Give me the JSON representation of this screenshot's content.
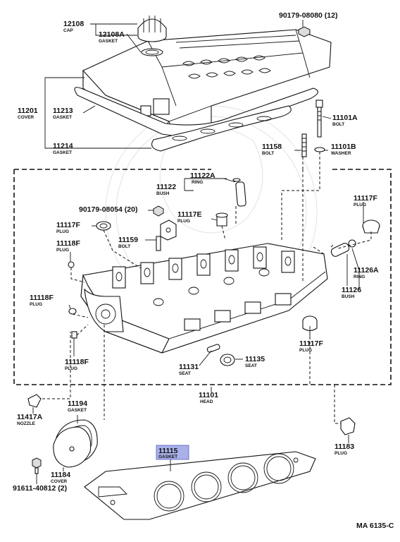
{
  "callouts": {
    "c12108": {
      "number": "12108",
      "name": "CAP"
    },
    "c12108a": {
      "number": "12108A",
      "name": "GASKET"
    },
    "c90179_08080": {
      "number": "90179-08080 (12)",
      "name": ""
    },
    "c11201": {
      "number": "11201",
      "name": "COVER"
    },
    "c11213": {
      "number": "11213",
      "name": "GASKET"
    },
    "c11214": {
      "number": "11214",
      "name": "GASKET"
    },
    "c11101a": {
      "number": "11101A",
      "name": "BOLT"
    },
    "c11158": {
      "number": "11158",
      "name": "BOLT"
    },
    "c11101b": {
      "number": "11101B",
      "name": "WASHER"
    },
    "c11122a": {
      "number": "11122A",
      "name": "RING"
    },
    "c11122": {
      "number": "11122",
      "name": "BUSH"
    },
    "c11117f_right": {
      "number": "11117F",
      "name": "PLUG"
    },
    "c90179_08054": {
      "number": "90179-08054 (20)",
      "name": ""
    },
    "c11117e": {
      "number": "11117E",
      "name": "PLUG"
    },
    "c11117f_left": {
      "number": "11117F",
      "name": "PLUG"
    },
    "c11159": {
      "number": "11159",
      "name": "BOLT"
    },
    "c11118f_top": {
      "number": "11118F",
      "name": "PLUG"
    },
    "c11126a": {
      "number": "11126A",
      "name": "RING"
    },
    "c11126": {
      "number": "11126",
      "name": "BUSH"
    },
    "c11118f_mid": {
      "number": "11118F",
      "name": "PLUG"
    },
    "c11117f_bottom": {
      "number": "11117F",
      "name": "PLUG"
    },
    "c11118f_low": {
      "number": "11118F",
      "name": "PLUG"
    },
    "c11135": {
      "number": "11135",
      "name": "SEAT"
    },
    "c11131": {
      "number": "11131",
      "name": "SEAT"
    },
    "c11101": {
      "number": "11101",
      "name": "HEAD"
    },
    "c11417a": {
      "number": "11417A",
      "name": "NOZZLE"
    },
    "c11194": {
      "number": "11194",
      "name": "GASKET"
    },
    "c11115": {
      "number": "11115",
      "name": "GASKET"
    },
    "c11183": {
      "number": "11183",
      "name": "PLUG"
    },
    "c11184": {
      "number": "11184",
      "name": "COVER"
    },
    "c91611": {
      "number": "91611-40812 (2)",
      "name": ""
    }
  },
  "footer_code": "MA 6135-C",
  "colors": {
    "line": "#111111",
    "highlight_fill": "#aab0e8",
    "highlight_stroke": "#5560c0",
    "background": "#ffffff"
  }
}
